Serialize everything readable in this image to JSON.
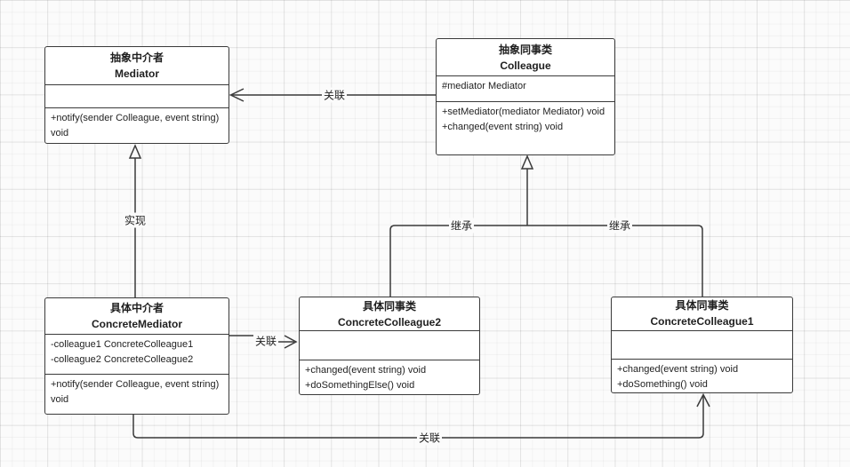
{
  "diagram_type": "uml-class-diagram",
  "pattern": "Mediator",
  "colors": {
    "stroke": "#3a3a3a",
    "box_fill": "#ffffff",
    "canvas_bg": "#fbfbfb",
    "text": "#1f1f1f"
  },
  "classes": [
    {
      "id": "mediator",
      "title_cn": "抽象中介者",
      "title_en": "Mediator",
      "attributes": [],
      "methods": [
        "+notify(sender Colleague, event string) void"
      ]
    },
    {
      "id": "colleague",
      "title_cn": "抽象同事类",
      "title_en": "Colleague",
      "attributes": [
        "#mediator Mediator"
      ],
      "methods": [
        "+setMediator(mediator Mediator) void",
        "+changed(event string) void"
      ]
    },
    {
      "id": "concrete-mediator",
      "title_cn": "具体中介者",
      "title_en": "ConcreteMediator",
      "attributes": [
        "-colleague1 ConcreteColleague1",
        "-colleague2 ConcreteColleague2"
      ],
      "methods": [
        "+notify(sender Colleague, event string) void"
      ]
    },
    {
      "id": "concrete-colleague2",
      "title_cn": "具体同事类",
      "title_en": "ConcreteColleague2",
      "attributes": [],
      "methods": [
        "+changed(event string) void",
        "+doSomethingElse() void"
      ]
    },
    {
      "id": "concrete-colleague1",
      "title_cn": "具体同事类",
      "title_en": "ConcreteColleague1",
      "attributes": [],
      "methods": [
        "+changed(event string) void",
        "+doSomething() void"
      ]
    }
  ],
  "edges": {
    "assoc_top": {
      "label": "关联",
      "type": "association",
      "from": "Colleague",
      "to": "Mediator"
    },
    "realization": {
      "label": "实现",
      "type": "realization",
      "from": "ConcreteMediator",
      "to": "Mediator"
    },
    "inherit_left": {
      "label": "继承",
      "type": "generalization",
      "from": "ConcreteColleague2",
      "to": "Colleague"
    },
    "inherit_right": {
      "label": "继承",
      "type": "generalization",
      "from": "ConcreteColleague1",
      "to": "Colleague"
    },
    "assoc_mid": {
      "label": "关联",
      "type": "association",
      "from": "ConcreteMediator",
      "to": "ConcreteColleague2"
    },
    "assoc_bottom": {
      "label": "关联",
      "type": "association",
      "from": "ConcreteMediator",
      "to": "ConcreteColleague1"
    }
  }
}
